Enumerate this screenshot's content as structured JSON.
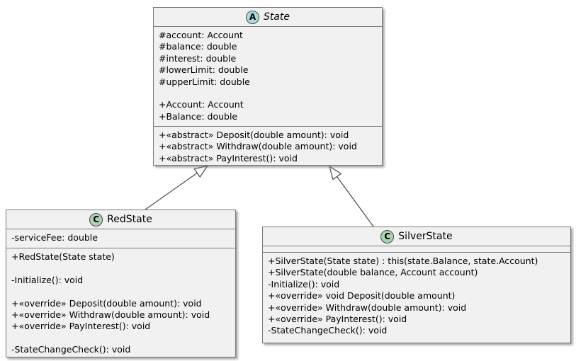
{
  "diagram": {
    "kind": "uml-class-diagram",
    "colors": {
      "abstract_icon_bg": "#A9DCDF",
      "class_icon_bg": "#ADD1B2",
      "box_fill": "#F1F1F1",
      "box_border": "#7B7B7B",
      "text": "#000000"
    },
    "classes": [
      {
        "id": "state",
        "kind_letter": "A",
        "kind": "abstract",
        "title": "State",
        "attributes": [
          "#account: Account",
          "#balance: double",
          "#interest: double",
          "#lowerLimit: double",
          "#upperLimit: double",
          "",
          "+Account: Account",
          "+Balance: double"
        ],
        "methods": [
          "+«abstract» Deposit(double amount): void",
          "+«abstract» Withdraw(double amount): void",
          "+«abstract» PayInterest(): void"
        ]
      },
      {
        "id": "redstate",
        "kind_letter": "C",
        "kind": "class",
        "title": "RedState",
        "attributes": [
          "-serviceFee: double"
        ],
        "methods": [
          "+RedState(State state)",
          "",
          "-Initialize(): void",
          "",
          "+«override» Deposit(double amount): void",
          "+«override» Withdraw(double amount): void",
          "+«override» PayInterest(): void",
          "",
          "-StateChangeCheck(): void"
        ]
      },
      {
        "id": "silverstate",
        "kind_letter": "C",
        "kind": "class",
        "title": "SilverState",
        "attributes": [],
        "methods": [
          "+SilverState(State state) : this(state.Balance, state.Account)",
          "+SilverState(double balance, Account account)",
          "-Initialize(): void",
          "+«override» void Deposit(double amount)",
          "+«override» Withdraw(double amount): void",
          "+«override» PayInterest(): void",
          "-StateChangeCheck(): void"
        ]
      }
    ],
    "relations": [
      {
        "from": "RedState",
        "to": "State",
        "type": "inheritance"
      },
      {
        "from": "SilverState",
        "to": "State",
        "type": "inheritance"
      }
    ]
  }
}
